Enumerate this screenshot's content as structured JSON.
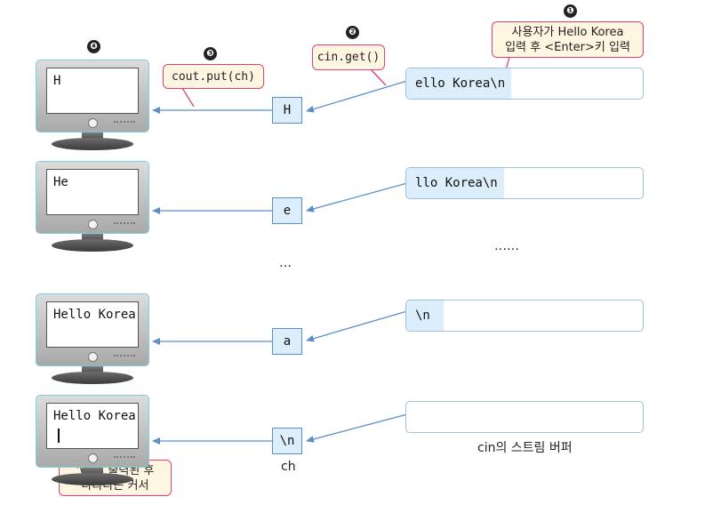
{
  "steps": [
    "❶",
    "❷",
    "❸",
    "❹"
  ],
  "callouts": {
    "input_line1": "사용자가 Hello Korea",
    "input_line2": "입력 후 <Enter>키 입력",
    "cin_get": "cin.get()",
    "cout_put": "cout.put(ch)",
    "cursor_line1": "'\\n'이 출력된 후",
    "cursor_line2": "나타나는 커서"
  },
  "rows": [
    {
      "screen_text": "H",
      "char": "H",
      "buffer": "ello Korea\\n"
    },
    {
      "screen_text": "He",
      "char": "e",
      "buffer": "llo Korea\\n"
    },
    {
      "screen_text": "Hello Korea",
      "char": "a",
      "buffer": "\\n"
    },
    {
      "screen_text": "Hello Korea",
      "char": "\\n",
      "buffer": ""
    }
  ],
  "ellipsis_left": "…",
  "ellipsis_right": "……",
  "char_label": "ch",
  "buffer_label": "cin의 스트림 버퍼",
  "colors": {
    "arrow": "#5b8fc9",
    "callout_border": "#e2416f",
    "buffer_fill": "#dceefb"
  }
}
